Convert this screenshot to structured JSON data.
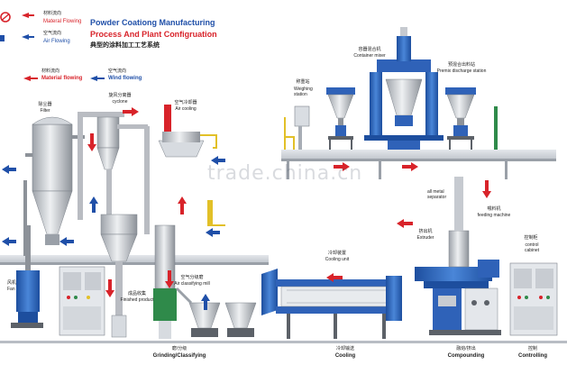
{
  "header": {
    "title_line1": "Powder Coationg Manufacturing",
    "title_line2": "Process And Plant Configruation",
    "title_cn": "典型的涂料加工工艺系统"
  },
  "legend_top": {
    "material_cn": "材料流向",
    "material_en": "Materal Flowing",
    "air_cn": "空气流向",
    "air_en": "Air Flowing"
  },
  "legend_second": {
    "material_cn": "材料流向",
    "material_en": "Material flowing",
    "wind_cn": "空气流向",
    "wind_en": "Wind flowing"
  },
  "equipment": {
    "filter_cn": "除尘器",
    "filter_en": "Filter",
    "cyclone_cn": "旋风分离器",
    "cyclone_en": "cyclone",
    "aircooling_cn": "空气冷却器",
    "aircooling_en": "Air cooling",
    "weighing_cn": "称重站",
    "weighing_en": "Weighing station",
    "container_mixer_cn": "容器混合机",
    "container_mixer_en": "Container mixer",
    "premix_cn": "预混合出料站",
    "premix_en": "Premix discharge station",
    "separator_en": "all metal separator",
    "feeding_cn": "喂料机",
    "feeding_en": "feeding machine",
    "extruder_cn": "挤出机",
    "extruder_en": "Extruder",
    "cooling_unit_cn": "冷却装置",
    "cooling_unit_en": "Cooling unit",
    "control_cn": "控制柜",
    "control_en": "control cabinet",
    "acm_cn": "空气分级磨",
    "acm_en": "Air classifying mill",
    "finished_cn": "成品收集",
    "finished_en": "Finished product",
    "fan_cn": "风机",
    "fan_en": "Fan"
  },
  "stages": [
    {
      "cn": "磨/分级",
      "en": "Grinding/Classifying"
    },
    {
      "cn": "冷却输送",
      "en": "Cooling"
    },
    {
      "cn": "融熔/挤出",
      "en": "Compounding"
    },
    {
      "cn": "控制",
      "en": "Controlling"
    }
  ],
  "watermark": "trade.china.cn",
  "colors": {
    "material_flow": "#d8232a",
    "air_flow": "#1f4fa8",
    "machine_blue": "#2f62b8",
    "frame_gray": "#c8ccd2",
    "steel": "#b9bcc2"
  }
}
